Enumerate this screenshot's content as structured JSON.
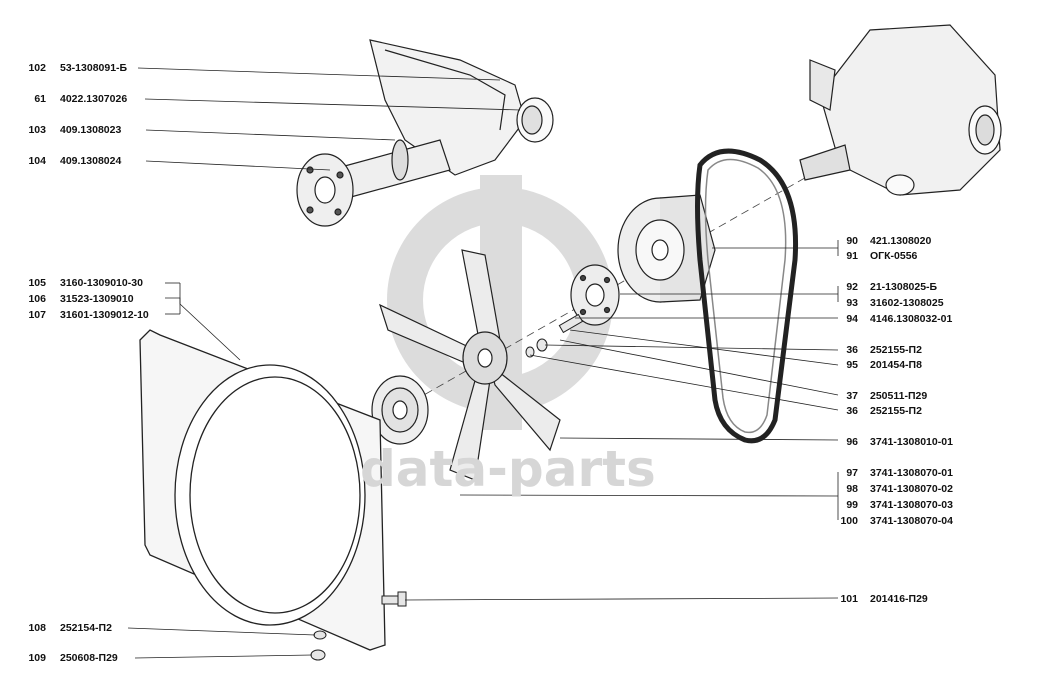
{
  "watermark": {
    "text": "data-parts"
  },
  "callouts_left": [
    {
      "num": "102",
      "code": "53-1308091-Б"
    },
    {
      "num": "61",
      "code": "4022.1307026"
    },
    {
      "num": "103",
      "code": "409.1308023"
    },
    {
      "num": "104",
      "code": "409.1308024"
    },
    {
      "num": "105",
      "code": "3160-1309010-30"
    },
    {
      "num": "106",
      "code": "31523-1309010"
    },
    {
      "num": "107",
      "code": "31601-1309012-10"
    },
    {
      "num": "108",
      "code": "252154-П2"
    },
    {
      "num": "109",
      "code": "250608-П29"
    }
  ],
  "callouts_right": [
    {
      "num": "90",
      "code": "421.1308020"
    },
    {
      "num": "91",
      "code": "ОГК-0556"
    },
    {
      "num": "92",
      "code": "21-1308025-Б"
    },
    {
      "num": "93",
      "code": "31602-1308025"
    },
    {
      "num": "94",
      "code": "4146.1308032-01"
    },
    {
      "num": "36",
      "code": "252155-П2"
    },
    {
      "num": "95",
      "code": "201454-П8"
    },
    {
      "num": "37",
      "code": "250511-П29"
    },
    {
      "num": "36",
      "code": "252155-П2"
    },
    {
      "num": "96",
      "code": "3741-1308010-01"
    },
    {
      "num": "97",
      "code": "3741-1308070-01"
    },
    {
      "num": "98",
      "code": "3741-1308070-02"
    },
    {
      "num": "99",
      "code": "3741-1308070-03"
    },
    {
      "num": "100",
      "code": "3741-1308070-04"
    },
    {
      "num": "101",
      "code": "201416-П29"
    }
  ]
}
